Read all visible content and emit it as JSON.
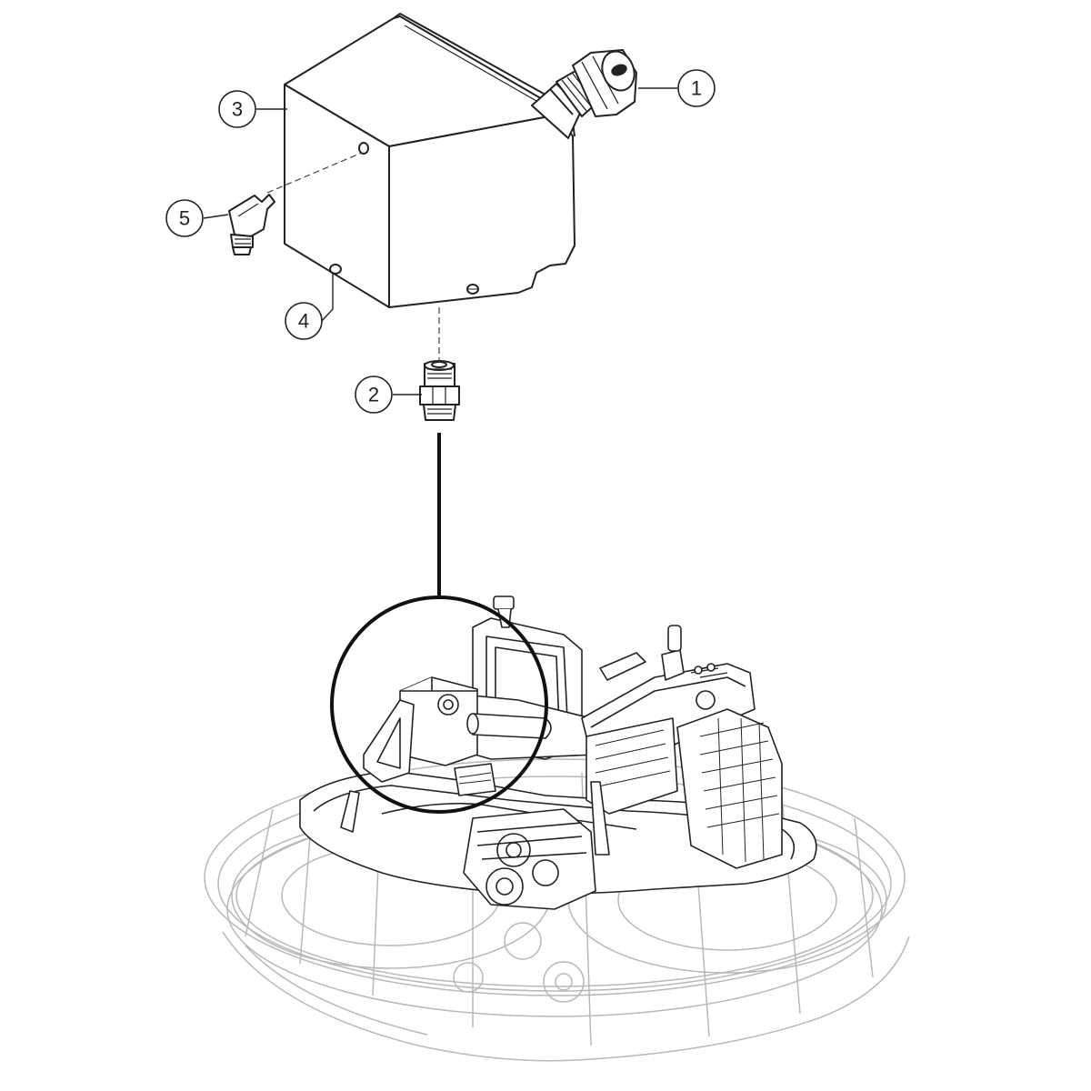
{
  "diagram": {
    "background_color": "#ffffff",
    "line_color": "#222222",
    "light_line_color": "#b8b8b8",
    "callouts": [
      {
        "label": "1",
        "part": "filler-cap"
      },
      {
        "label": "2",
        "part": "fitting"
      },
      {
        "label": "3",
        "part": "tank"
      },
      {
        "label": "4",
        "part": "plug"
      },
      {
        "label": "5",
        "part": "elbow-fitting"
      }
    ]
  }
}
